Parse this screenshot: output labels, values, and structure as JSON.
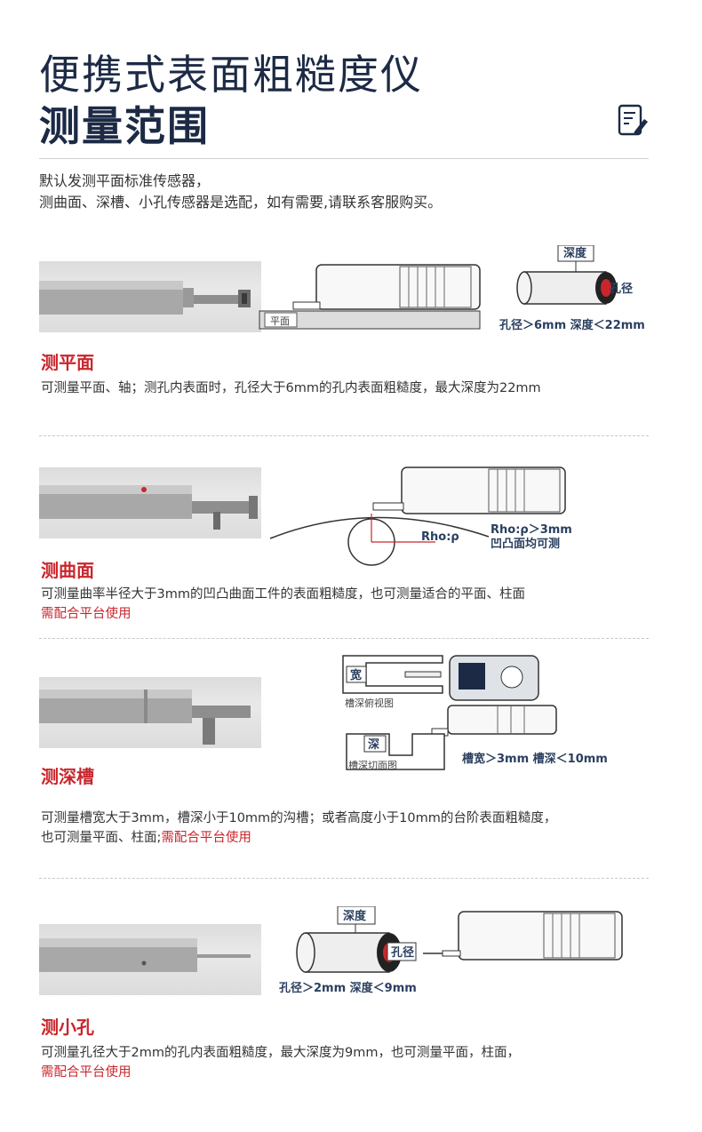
{
  "header": {
    "title_line1": "便携式表面粗糙度仪",
    "title_line2": "测量范围",
    "icon": "document-edit-icon"
  },
  "intro": {
    "line1": "默认发测平面标准传感器，",
    "line2": "测曲面、深槽、小孔传感器是选配，如有需要,请联系客服购买。"
  },
  "sections": [
    {
      "title": "测平面",
      "desc_line1": "可测量平面、轴；测孔内表面时，孔径大于6mm的孔内表面粗糙度，最大深度为22mm",
      "diagram": {
        "surface_label": "平面",
        "depth_label": "深度",
        "hole_label": "孔径",
        "spec": "孔径＞6mm 深度＜22mm"
      }
    },
    {
      "title": "测曲面",
      "desc_line1": "可测量曲率半径大于3mm的凹凸曲面工件的表面粗糙度，也可测量适合的平面、柱面",
      "note": "需配合平台使用",
      "diagram": {
        "rho_label": "Rho:ρ",
        "spec_line1": "Rho:ρ＞3mm",
        "spec_line2": "凹凸面均可测"
      }
    },
    {
      "title": "测深槽",
      "desc_line1": "可测量槽宽大于3mm，槽深小于10mm的沟槽；或者高度小于10mm的台阶表面粗糙度，",
      "desc_line2": "也可测量平面、柱面;",
      "note": "需配合平台使用",
      "diagram": {
        "width_label": "宽",
        "top_view_label": "槽深俯视图",
        "depth_label": "深",
        "section_view_label": "槽深切面图",
        "spec": "槽宽＞3mm 槽深＜10mm"
      }
    },
    {
      "title": "测小孔",
      "desc_line1": "可测量孔径大于2mm的孔内表面粗糙度，最大深度为9mm，也可测量平面，柱面，",
      "note": "需配合平台使用",
      "diagram": {
        "depth_label": "深度",
        "hole_label": "孔径",
        "spec": "孔径＞2mm 深度＜9mm"
      }
    }
  ],
  "colors": {
    "title": "#1c2a45",
    "accent_red": "#c9262c",
    "diagram_text": "#2a3f5f"
  }
}
